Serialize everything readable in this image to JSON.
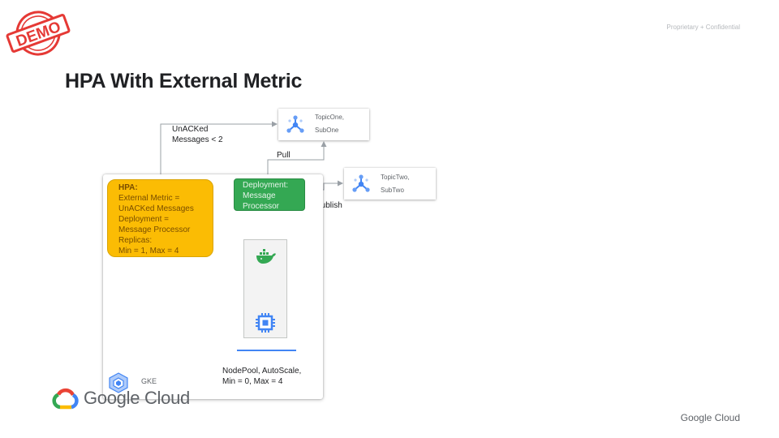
{
  "stamp": {
    "text": "DEMO"
  },
  "header": {
    "confidential": "Proprietary + Confidential",
    "title": "HPA With External Metric"
  },
  "diagram": {
    "hpa": {
      "title": "HPA:",
      "lines": [
        "External Metric =",
        "UnACKed Messages",
        "Deployment =",
        "Message Processor",
        "Replicas:",
        "Min = 1, Max = 4"
      ]
    },
    "deployment": {
      "lines": [
        "Deployment:",
        "Message",
        "Processor"
      ]
    },
    "topic_one": {
      "lines": [
        "TopicOne,",
        "SubOne"
      ],
      "icon": "pubsub-icon"
    },
    "topic_two": {
      "lines": [
        "TopicTwo,",
        "SubTwo"
      ],
      "icon": "pubsub-icon"
    },
    "edge_unacked": {
      "lines": [
        "UnACKed",
        "Messages < 2"
      ]
    },
    "edge_pull": "Pull",
    "edge_publish": "Publish",
    "nodepool": {
      "lines": [
        "NodePool, AutoScale,",
        "Min = 0, Max = 4"
      ],
      "icons": [
        "docker-icon",
        "cpu-chip-icon"
      ]
    },
    "gke": {
      "label": "GKE",
      "icon": "gke-icon"
    }
  },
  "footer": {
    "brand_logo_text": "Google Cloud",
    "brand_text": "Google Cloud"
  },
  "colors": {
    "hpa": "#fbbc04",
    "deployment": "#34a853",
    "accent_blue": "#4285f4",
    "stamp_red": "#e53935"
  }
}
